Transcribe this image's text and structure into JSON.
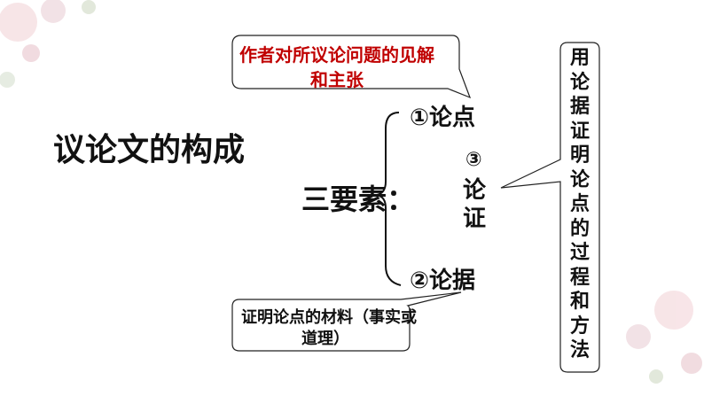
{
  "title": "议论文的构成",
  "elements_label": "三要素：",
  "item1": "①论点",
  "item2": "②论据",
  "item3": {
    "num": "③",
    "chars": [
      "论",
      "证"
    ]
  },
  "callout_thesis": {
    "line1": "作者对所议论问题的见解",
    "line2": "和主张",
    "color": "#c00000"
  },
  "callout_evidence": {
    "line1": "证明论点的材料（事实或",
    "line2": "道理）"
  },
  "callout_argument": [
    "用",
    "论",
    "据",
    "证",
    "明",
    "论",
    "点",
    "的",
    "过",
    "程",
    "和",
    "方",
    "法"
  ]
}
